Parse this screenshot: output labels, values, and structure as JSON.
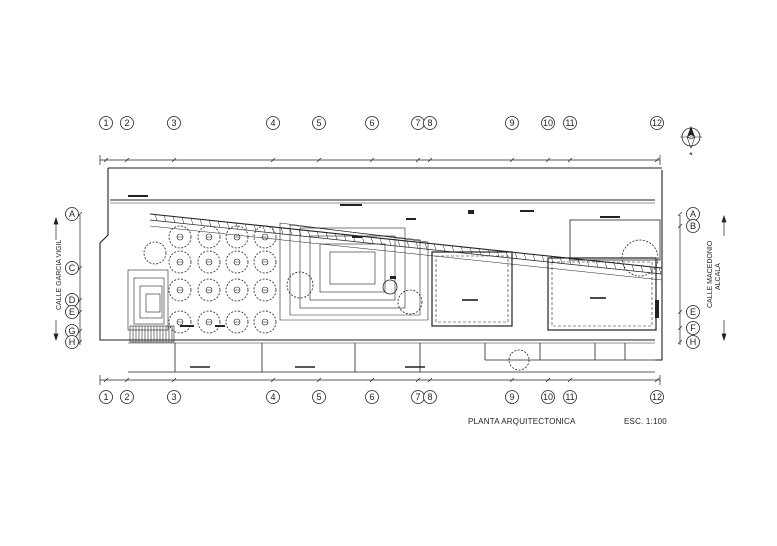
{
  "drawing": {
    "title": "PLANTA ARQUITECTONICA",
    "scale": "ESC. 1:100",
    "north_label": "N"
  },
  "streets": {
    "left": "CALLE GARCIA VIGIL",
    "right_line1": "CALLE MACEDONIO",
    "right_line2": "ALCALA"
  },
  "grid_columns": [
    "1",
    "2",
    "3",
    "4",
    "5",
    "6",
    "7",
    "8",
    "9",
    "10",
    "11",
    "12"
  ],
  "grid_rows_left": [
    "A",
    "C",
    "D",
    "E",
    "G",
    "H"
  ],
  "grid_rows_right": [
    "A",
    "B",
    "E",
    "F",
    "H"
  ],
  "colors": {
    "ink": "#222222",
    "paper": "#ffffff"
  }
}
